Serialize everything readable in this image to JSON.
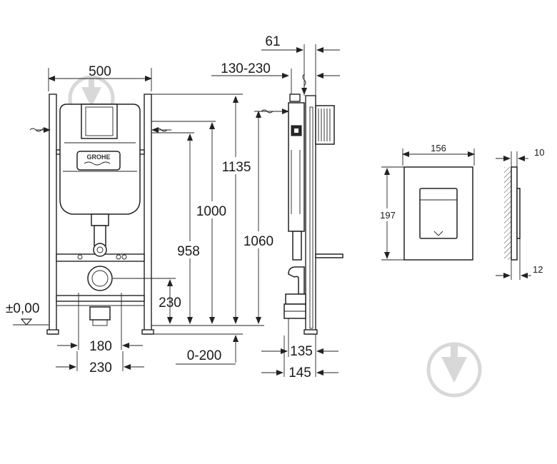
{
  "brand": {
    "logo_text": "GROHE"
  },
  "front_view": {
    "width_label": "500",
    "height_1135_label": "1135",
    "height_1000_label": "1000",
    "height_958_label": "958",
    "height_1060_label": "1060",
    "drain_height_label": "230",
    "floor_label": "±0,00",
    "bolt_spacing_label": "180",
    "drain_spacing_label": "230",
    "floor_adjust_label": "0-200"
  },
  "side_view": {
    "depth_61_label": "61",
    "wall_distance_label": "130-230",
    "depth_135_label": "135",
    "depth_145_label": "145"
  },
  "plate_view": {
    "width_label": "156",
    "height_label": "197",
    "thickness_label": "10",
    "projection_label": "12"
  }
}
